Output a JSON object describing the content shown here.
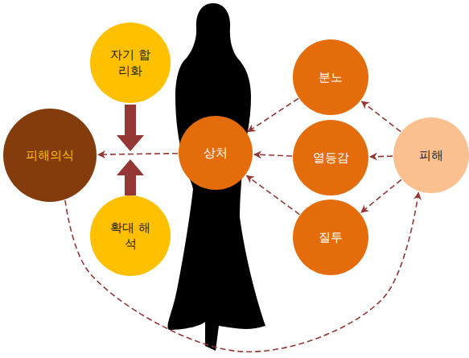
{
  "diagram": {
    "nodes": [
      {
        "text": [
          "자기 합리화"
        ]
      },
      {
        "text": [
          "분노"
        ]
      },
      {
        "text": [
          "피해의식"
        ]
      },
      {
        "text": [
          "상처"
        ]
      },
      {
        "text": [
          "열등감"
        ]
      },
      {
        "text": [
          "피해"
        ]
      },
      {
        "text": [
          "확대 해석"
        ]
      },
      {
        "text": [
          "질투"
        ]
      }
    ],
    "edges": [
      {
        "from": 5,
        "to": 1,
        "arrow": "to"
      },
      {
        "from": 5,
        "to": 4,
        "arrow": "to"
      },
      {
        "from": 5,
        "to": 7,
        "arrow": "to"
      },
      {
        "from": 1,
        "to": 3,
        "arrow": "to"
      },
      {
        "from": 4,
        "to": 3,
        "arrow": "to"
      },
      {
        "from": 7,
        "to": 3,
        "arrow": "to"
      },
      {
        "from": 3,
        "to": 2,
        "arrow": "to"
      },
      {
        "from": 2,
        "to": 5,
        "arrow": "to"
      }
    ]
  }
}
